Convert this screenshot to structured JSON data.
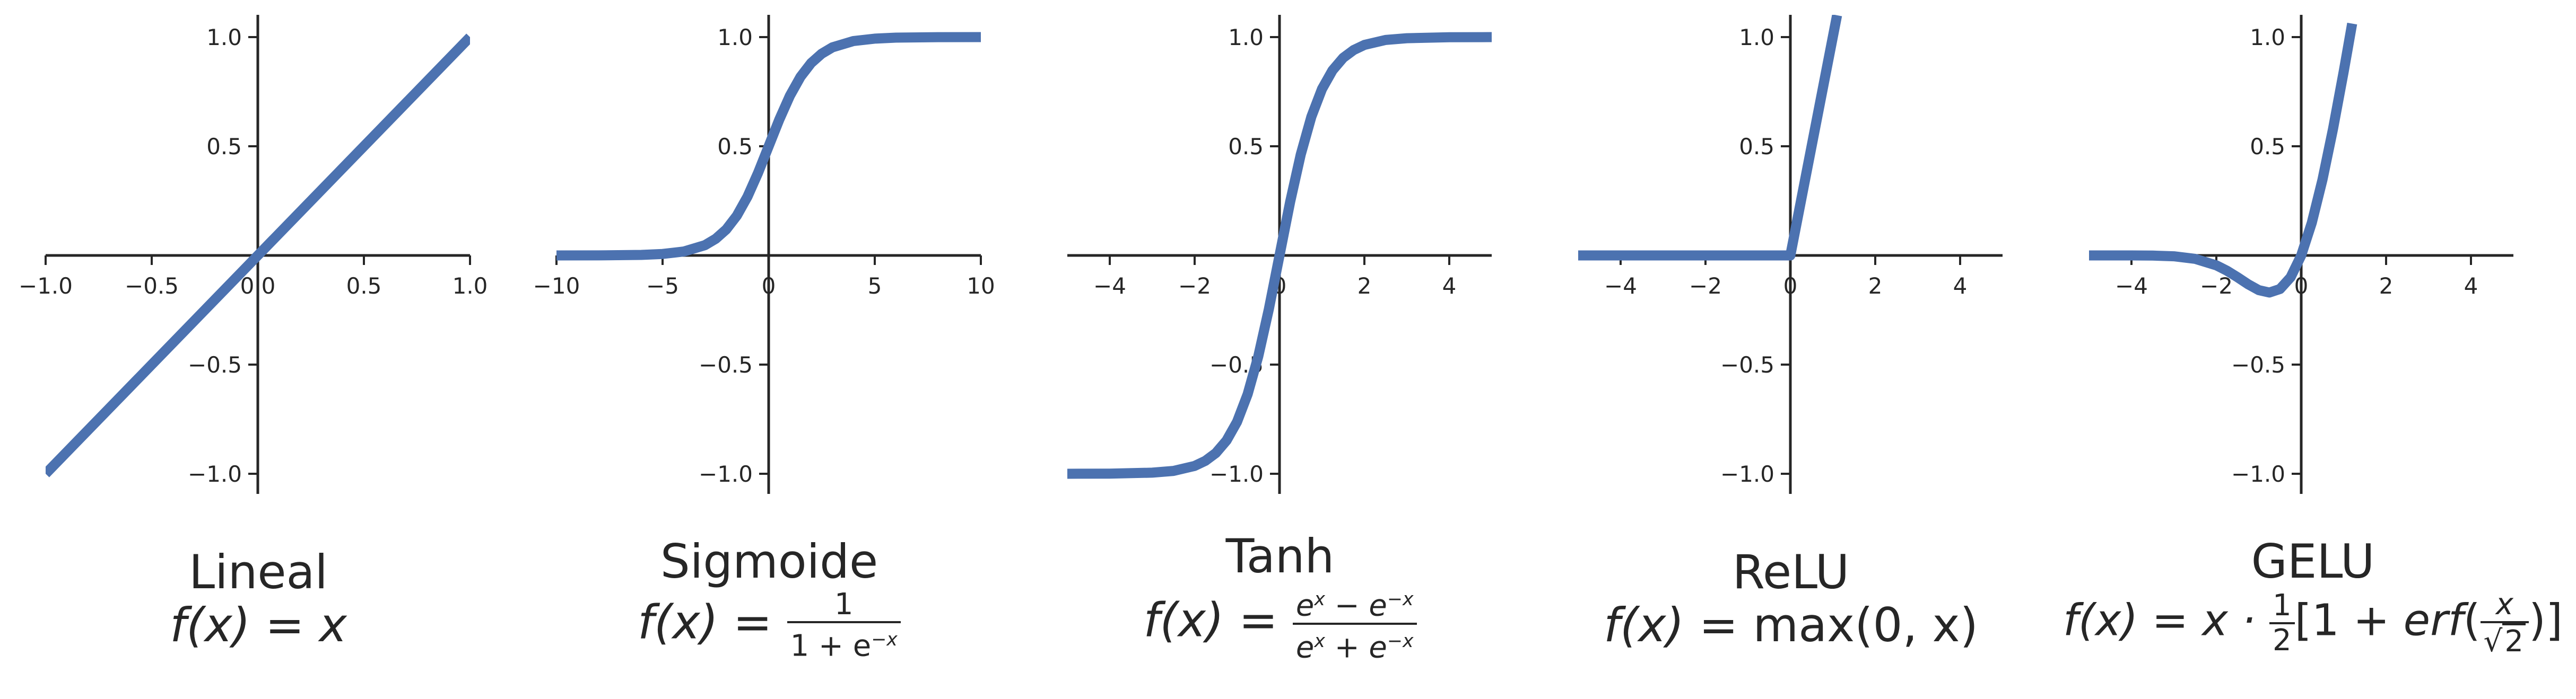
{
  "accent_color": "#4c72b0",
  "axis_color": "#262626",
  "chart_data": [
    {
      "type": "line",
      "title": "Lineal",
      "formula": {
        "lhs": "f(x) = ",
        "rhs": "x"
      },
      "xlim": [
        -1.0,
        1.0
      ],
      "ylim": [
        -1.0,
        1.1
      ],
      "xticks": [
        -1.0,
        -0.5,
        0.0,
        0.5,
        1.0
      ],
      "xtick_labels": [
        "−1.0",
        "−0.5",
        "0.0",
        "0.5",
        "1.0"
      ],
      "yticks": [
        -1.0,
        -0.5,
        0.5,
        1.0
      ],
      "ytick_labels": [
        "−1.0",
        "−0.5",
        "0.5",
        "1.0"
      ],
      "series": [
        {
          "x": [
            -1.0,
            -0.5,
            0.0,
            0.5,
            1.0
          ],
          "y": [
            -1.0,
            -0.5,
            0.0,
            0.5,
            1.0
          ]
        }
      ]
    },
    {
      "type": "line",
      "title": "Sigmoide",
      "formula": {
        "lhs": "f(x) = ",
        "num": "1",
        "den": "1 + e",
        "den_sup": "−x"
      },
      "xlim": [
        -10,
        10
      ],
      "ylim": [
        -1.0,
        1.1
      ],
      "xticks": [
        -10,
        -5,
        0,
        5,
        10
      ],
      "xtick_labels": [
        "−10",
        "−5",
        "0",
        "5",
        "10"
      ],
      "yticks": [
        -1.0,
        -0.5,
        0.5,
        1.0
      ],
      "ytick_labels": [
        "−1.0",
        "−0.5",
        "0.5",
        "1.0"
      ],
      "series": [
        {
          "x": [
            -10,
            -8,
            -6,
            -5,
            -4,
            -3,
            -2.5,
            -2,
            -1.5,
            -1,
            -0.5,
            0,
            0.5,
            1,
            1.5,
            2,
            2.5,
            3,
            4,
            5,
            6,
            8,
            10
          ],
          "y": [
            5e-05,
            0.0003,
            0.0025,
            0.0067,
            0.018,
            0.047,
            0.076,
            0.119,
            0.182,
            0.269,
            0.378,
            0.5,
            0.622,
            0.731,
            0.818,
            0.881,
            0.924,
            0.953,
            0.982,
            0.993,
            0.9975,
            0.9997,
            0.99995
          ]
        }
      ]
    },
    {
      "type": "line",
      "title": "Tanh",
      "formula": {
        "lhs": "f(x) = ",
        "num_a": "e",
        "num_a_sup": "x",
        "num_op": " − e",
        "num_b_sup": "−x",
        "den_a": "e",
        "den_a_sup": "x",
        "den_op": " + e",
        "den_b_sup": "−x"
      },
      "xlim": [
        -5,
        5
      ],
      "ylim": [
        -1.0,
        1.1
      ],
      "xticks": [
        -4,
        -2,
        0,
        2,
        4
      ],
      "xtick_labels": [
        "−4",
        "−2",
        "0",
        "2",
        "4"
      ],
      "yticks": [
        -1.0,
        -0.5,
        0.5,
        1.0
      ],
      "ytick_labels": [
        "−1.0",
        "−0.5",
        "0.5",
        "1.0"
      ],
      "series": [
        {
          "x": [
            -5,
            -4,
            -3,
            -2.5,
            -2,
            -1.75,
            -1.5,
            -1.25,
            -1,
            -0.75,
            -0.5,
            -0.25,
            0,
            0.25,
            0.5,
            0.75,
            1,
            1.25,
            1.5,
            1.75,
            2,
            2.5,
            3,
            4,
            5
          ],
          "y": [
            -0.9999,
            -0.9993,
            -0.995,
            -0.987,
            -0.964,
            -0.941,
            -0.905,
            -0.848,
            -0.762,
            -0.635,
            -0.462,
            -0.245,
            0,
            0.245,
            0.462,
            0.635,
            0.762,
            0.848,
            0.905,
            0.941,
            0.964,
            0.987,
            0.995,
            0.9993,
            0.9999
          ]
        }
      ]
    },
    {
      "type": "line",
      "title": "ReLU",
      "formula": {
        "lhs": "f(x) = ",
        "rhs": "max(0, x)"
      },
      "xlim": [
        -5,
        5
      ],
      "ylim": [
        -1.0,
        1.1
      ],
      "xticks": [
        -4,
        -2,
        0,
        2,
        4
      ],
      "xtick_labels": [
        "−4",
        "−2",
        "0",
        "2",
        "4"
      ],
      "yticks": [
        -1.0,
        -0.5,
        0.5,
        1.0
      ],
      "ytick_labels": [
        "−1.0",
        "−0.5",
        "0.5",
        "1.0"
      ],
      "series": [
        {
          "x": [
            -5,
            0,
            1.1
          ],
          "y": [
            0,
            0,
            1.1
          ]
        }
      ]
    },
    {
      "type": "line",
      "title": "GELU",
      "formula": {
        "lhs": "f(x) = x · ",
        "half_num": "1",
        "half_den": "2",
        "open": "[1 + ",
        "erf": "erf",
        "paren_open": "(",
        "xnum": "x",
        "sqrt_pre": "√",
        "sqrt_arg": "2",
        "close": ")]"
      },
      "xlim": [
        -5,
        5
      ],
      "ylim": [
        -1.0,
        1.1
      ],
      "xticks": [
        -4,
        -2,
        0,
        2,
        4
      ],
      "xtick_labels": [
        "−4",
        "−2",
        "0",
        "2",
        "4"
      ],
      "yticks": [
        -1.0,
        -0.5,
        0.5,
        1.0
      ],
      "ytick_labels": [
        "−1.0",
        "−0.5",
        "0.5",
        "1.0"
      ],
      "series": [
        {
          "x": [
            -5,
            -4,
            -3.5,
            -3,
            -2.5,
            -2,
            -1.75,
            -1.5,
            -1.25,
            -1,
            -0.75,
            -0.5,
            -0.25,
            0,
            0.25,
            0.5,
            0.75,
            1,
            1.1,
            1.2
          ],
          "y": [
            0,
            -0.0001,
            -0.0008,
            -0.004,
            -0.0155,
            -0.0455,
            -0.07,
            -0.1,
            -0.132,
            -0.159,
            -0.17,
            -0.154,
            -0.1,
            0,
            0.15,
            0.346,
            0.58,
            0.841,
            0.951,
            1.062
          ]
        }
      ]
    }
  ]
}
